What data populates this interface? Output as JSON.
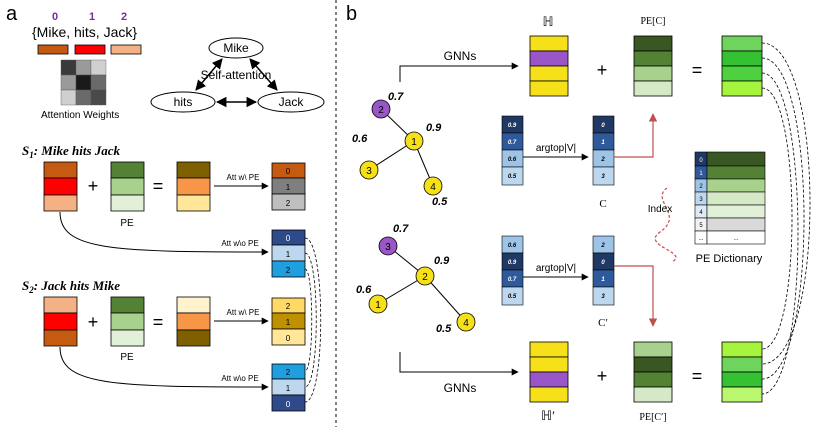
{
  "panel_a": {
    "label": "a",
    "indices": [
      "0",
      "1",
      "2"
    ],
    "set_label": "{Mike, hits, Jack}",
    "attention_caption": "Attention Weights",
    "graph": {
      "mike": "Mike",
      "hits": "hits",
      "jack": "Jack",
      "edge_label": "Self-attention"
    },
    "s1": {
      "title_var": "S",
      "title_sub": "1",
      "title_rest": ": Mike hits Jack",
      "plus": "+",
      "equals": "=",
      "pe_label": "PE",
      "att_with": "Att w\\ PE",
      "att_without": "Att w\\o PE",
      "out_with": [
        "0",
        "1",
        "2"
      ],
      "out_without": [
        "0",
        "1",
        "2"
      ]
    },
    "s2": {
      "title_var": "S",
      "title_sub": "2",
      "title_rest": ": Jack hits Mike",
      "plus": "+",
      "equals": "=",
      "pe_label": "PE",
      "att_with": "Att w\\ PE",
      "att_without": "Att w\\o PE",
      "out_with": [
        "2",
        "1",
        "0"
      ],
      "out_without": [
        "2",
        "1",
        "0"
      ]
    }
  },
  "panel_b": {
    "label": "b",
    "top": {
      "gnn_label": "GNNs",
      "H_label": "ℍ",
      "pe_label": "PE[C]",
      "plus": "+",
      "equals": "=",
      "graph_nodes": [
        "2",
        "1",
        "3",
        "4"
      ],
      "edge_weights": [
        "0.7",
        "0.6",
        "0.9",
        "0.5"
      ],
      "input_col": [
        "0.9",
        "0.7",
        "0.6",
        "0.5"
      ],
      "argtop_label": "argtop|V|",
      "output_col": [
        "0",
        "1",
        "2",
        "3"
      ],
      "c_label": "C"
    },
    "bottom": {
      "gnn_label": "GNNs",
      "H_label": "ℍ′",
      "pe_label": "PE[C′]",
      "plus": "+",
      "equals": "=",
      "graph_nodes": [
        "3",
        "2",
        "1",
        "4"
      ],
      "edge_weights": [
        "0.7",
        "0.9",
        "0.6",
        "0.5"
      ],
      "input_col": [
        "0.6",
        "0.9",
        "0.7",
        "0.5"
      ],
      "argtop_label": "argtop|V|",
      "output_col": [
        "2",
        "0",
        "1",
        "3"
      ],
      "c_label": "C′"
    },
    "index_label": "Index",
    "dictionary": {
      "title": "PE Dictionary",
      "rows": [
        "0",
        "1",
        "2",
        "3",
        "4",
        "5",
        "..."
      ],
      "ellipsis": "..."
    }
  },
  "colors": {
    "mike": "#c55a11",
    "hits": "#ff0000",
    "jack": "#f4b183",
    "pe_dark": "#548235",
    "pe_mid": "#a9d18e",
    "pe_light": "#e2f0d9",
    "node_yellow": "#f6e01a",
    "node_purple": "#9a55c9",
    "arrow_red": "#c0504d"
  }
}
